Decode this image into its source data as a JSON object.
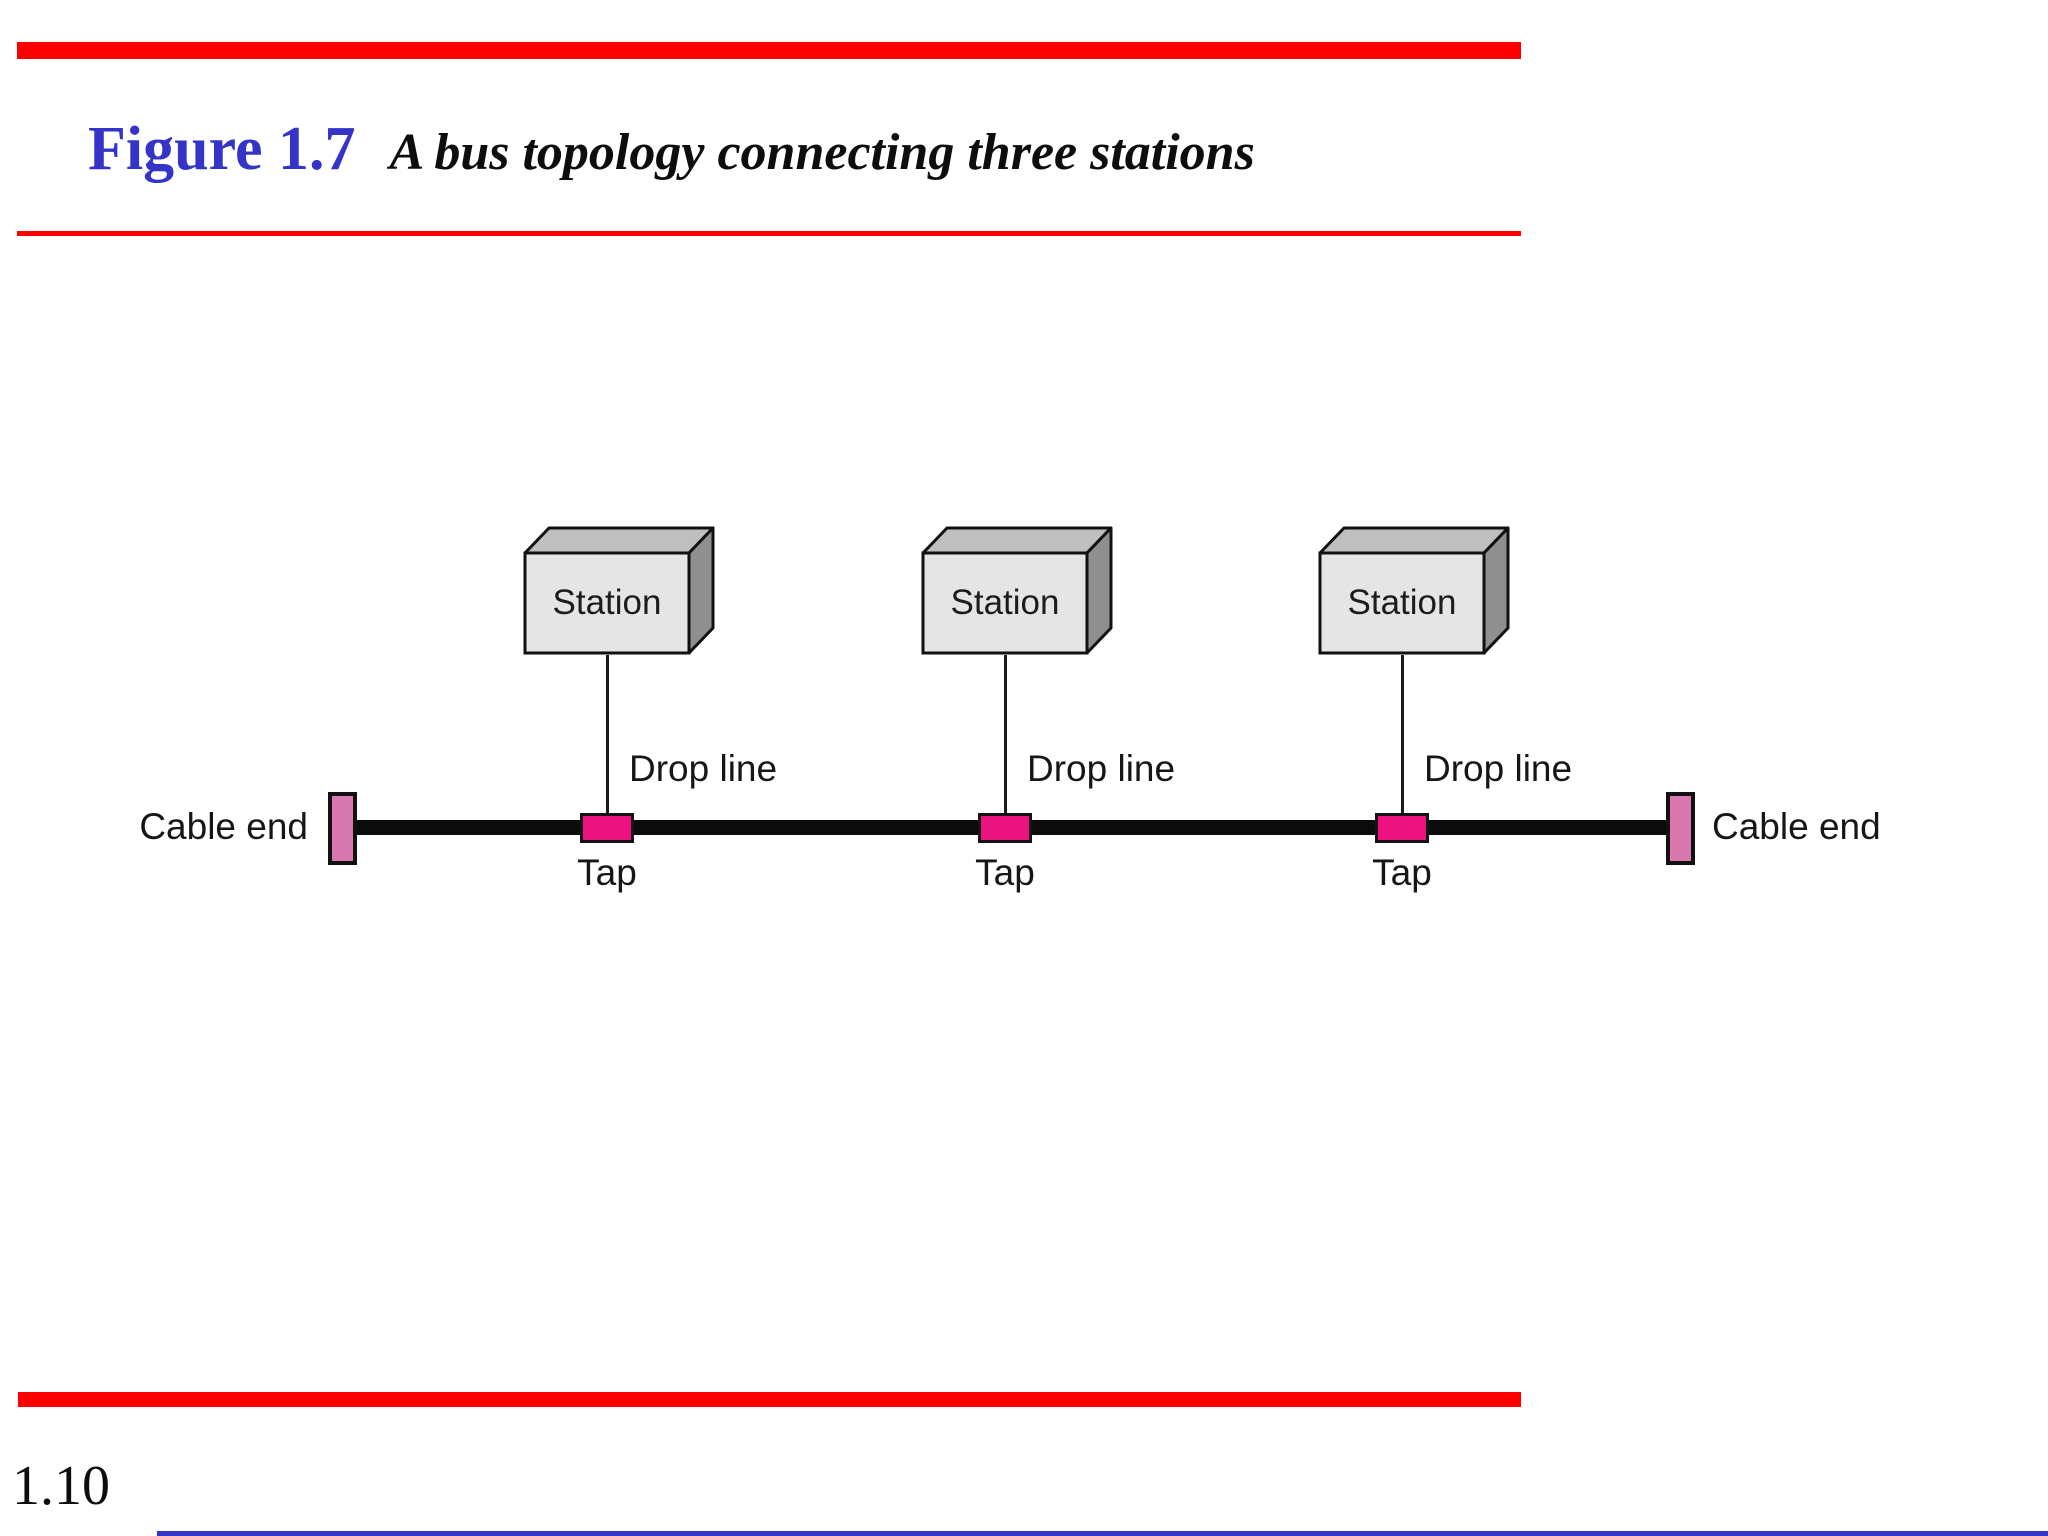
{
  "header": {
    "figure_label": "Figure 1.7",
    "figure_title": "A bus topology connecting three stations"
  },
  "diagram": {
    "stations": [
      {
        "label": "Station"
      },
      {
        "label": "Station"
      },
      {
        "label": "Station"
      }
    ],
    "drop_lines": [
      {
        "label": "Drop line"
      },
      {
        "label": "Drop line"
      },
      {
        "label": "Drop line"
      }
    ],
    "taps": [
      {
        "label": "Tap"
      },
      {
        "label": "Tap"
      },
      {
        "label": "Tap"
      }
    ],
    "cable_ends": [
      {
        "label": "Cable end"
      },
      {
        "label": "Cable end"
      }
    ]
  },
  "footer": {
    "page_number": "1.10"
  },
  "colors": {
    "accent_red": "#fe0000",
    "figure_blue": "#3434c9",
    "tap_magenta": "#ec1380",
    "cable_end_pink": "#d978ae",
    "station_front_gray": "#e5e5e5",
    "station_top_gray": "#bfbfbf",
    "station_side_gray": "#8f8f8f",
    "bus_black": "#0b0b0b"
  }
}
